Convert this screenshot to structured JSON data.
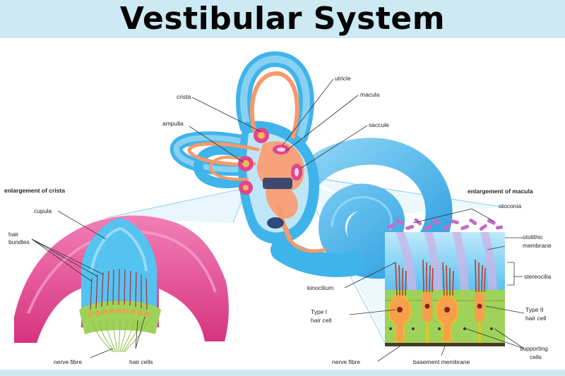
{
  "title": "Vestibular System",
  "labels": {
    "crista": "crista",
    "ampulla": "ampulla",
    "utricle": "utricle",
    "macula": "macula",
    "saccule": "saccule",
    "enlargement_crista": "enlargement of crista",
    "cupula": "cupula",
    "hair_bundles_1": "hair",
    "hair_bundles_2": "bundles",
    "nerve_fibre_left": "nerve fibre",
    "hair_cells": "hair cells",
    "enlargement_macula": "enlargement of macula",
    "otoconia": "otoconia",
    "otolithic_1": "otolithic",
    "otolithic_2": "membrane",
    "stereocilia": "stereocilia",
    "kinocilium": "kinocilium",
    "type1_1": "Type I",
    "type1_2": "hair cell",
    "type2_1": "Type II",
    "type2_2": "hair cell",
    "supporting_1": "supporting",
    "supporting_2": "cells",
    "nerve_fibre_right": "nerve fibre",
    "basement_membrane": "basement membrane"
  },
  "colors": {
    "title_bar": "#cde9f4",
    "labyrinth_blue": "#3fb4ea",
    "membranous_orange": "#f59a6a",
    "crista_pink": "#e2458f",
    "cupula_blue": "#55c3f0",
    "macula_green": "#9fd25a",
    "hair_cell_orange": "#f7a04c"
  }
}
